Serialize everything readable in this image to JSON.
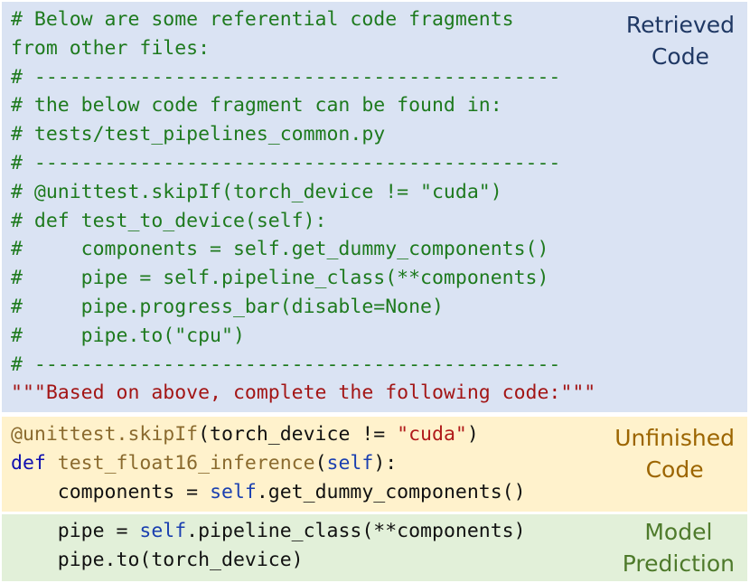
{
  "retrieved": {
    "label_line1": "Retrieved",
    "label_line2": "Code",
    "lines": [
      "# Below are some referential code fragments",
      "from other files:",
      "# ---------------------------------------------",
      "# the below code fragment can be found in:",
      "# tests/test_pipelines_common.py",
      "# ---------------------------------------------",
      "# @unittest.skipIf(torch_device != \"cuda\")",
      "# def test_to_device(self):",
      "#     components = self.get_dummy_components()",
      "#     pipe = self.pipeline_class(**components)",
      "#     pipe.progress_bar(disable=None)",
      "#     pipe.to(\"cpu\")",
      "# ---------------------------------------------"
    ],
    "prompt_line": "\"\"\"Based on above, complete the following code:\"\"\""
  },
  "unfinished": {
    "label_line1": "Unfinished",
    "label_line2": "Code",
    "l1_decorator": "@unittest.skipIf",
    "l1_open": "(torch_device != ",
    "l1_string": "\"cuda\"",
    "l1_close": ")",
    "l2_keyword": "def",
    "l2_space": " ",
    "l2_funcname": "test_float16_inference",
    "l2_open": "(",
    "l2_param": "self",
    "l2_close": "):",
    "l3_indent": "    components = ",
    "l3_self": "self",
    "l3_rest": ".get_dummy_components()"
  },
  "prediction": {
    "label_line1": "Model",
    "label_line2": "Prediction",
    "l1_indent": "    pipe = ",
    "l1_self": "self",
    "l1_rest": ".pipeline_class(**components)",
    "l2_text": "    pipe.to(torch_device)"
  }
}
